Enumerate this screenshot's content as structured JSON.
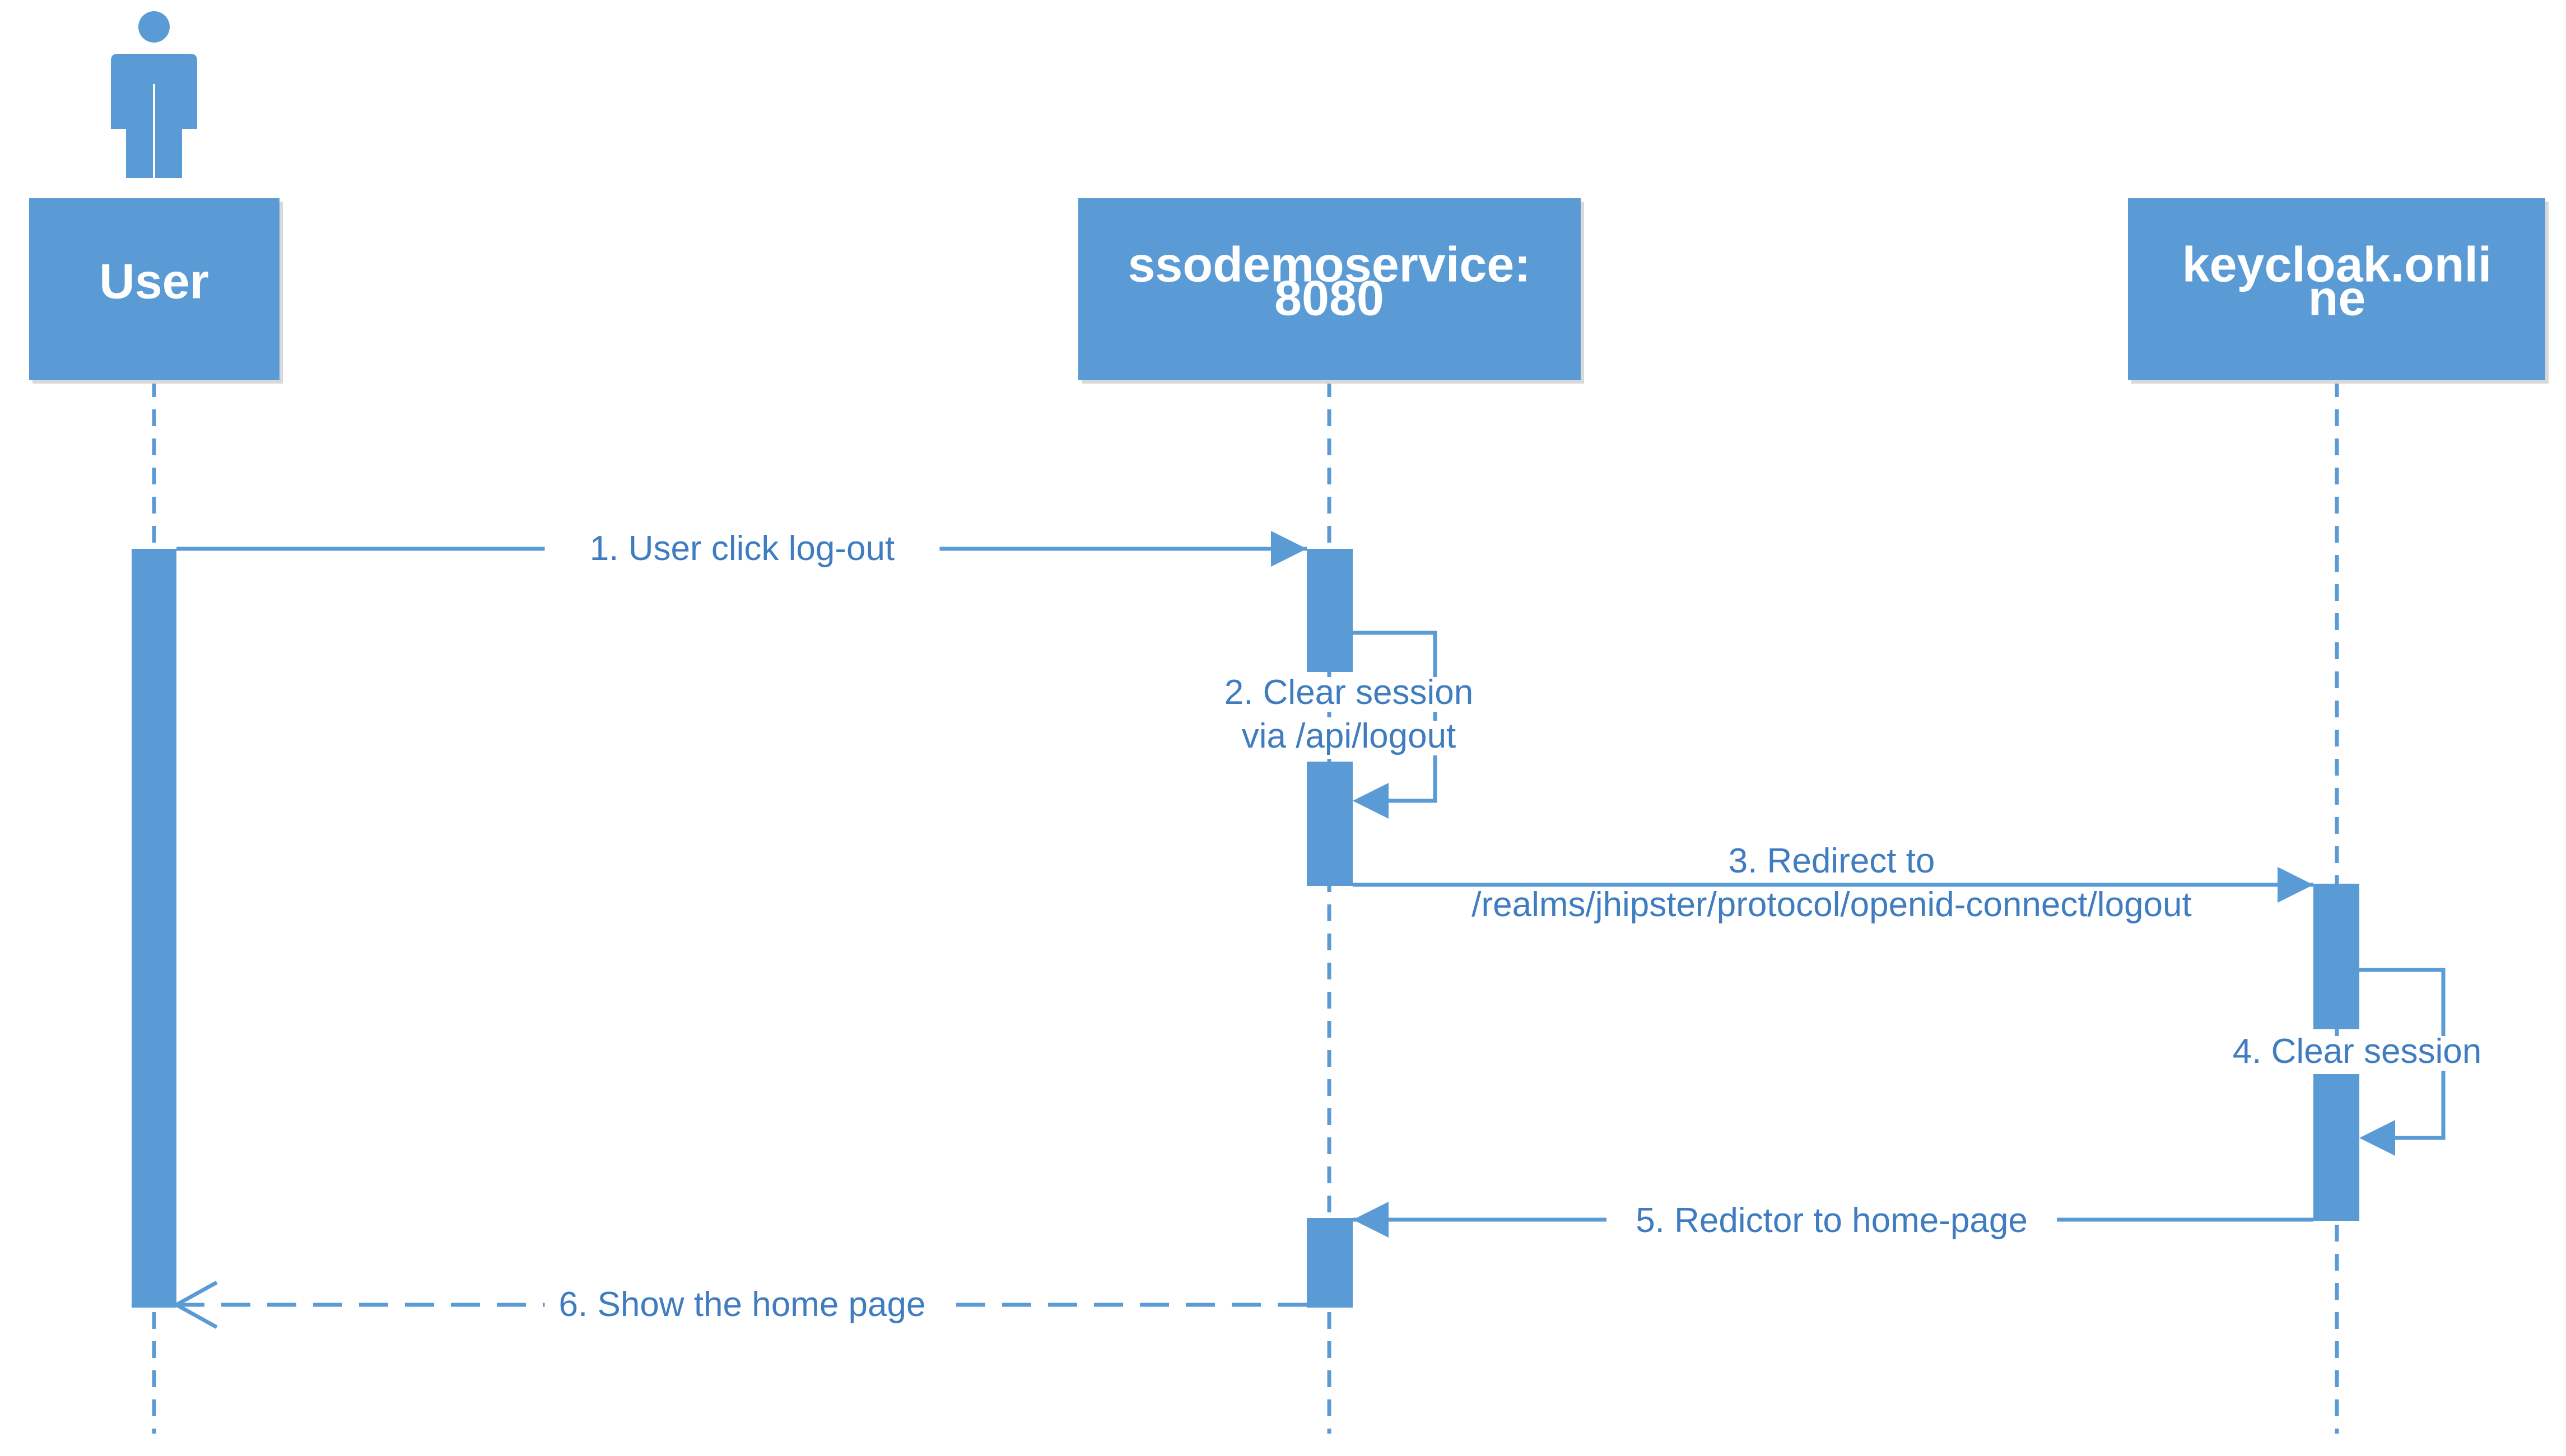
{
  "colors": {
    "primary": "#5b9bd5",
    "text_on_primary": "#ffffff",
    "message_text": "#3f7cc0",
    "background": "#ffffff"
  },
  "actor_icon": "person-icon",
  "participants": [
    {
      "id": "user",
      "lines": [
        "User"
      ]
    },
    {
      "id": "ssodemoservice",
      "lines": [
        "ssodemoservice:",
        "8080"
      ]
    },
    {
      "id": "keycloak",
      "lines": [
        "keycloak.onli",
        "ne"
      ]
    }
  ],
  "messages": [
    {
      "step": 1,
      "from": "user",
      "to": "ssodemoservice",
      "kind": "sync",
      "lines": [
        "1. User click log-out"
      ]
    },
    {
      "step": 2,
      "from": "ssodemoservice",
      "to": "ssodemoservice",
      "kind": "self",
      "lines": [
        "2. Clear session",
        "via /api/logout"
      ]
    },
    {
      "step": 3,
      "from": "ssodemoservice",
      "to": "keycloak",
      "kind": "sync",
      "lines": [
        "3. Redirect to",
        "/realms/jhipster/protocol/openid-connect/logout"
      ]
    },
    {
      "step": 4,
      "from": "keycloak",
      "to": "keycloak",
      "kind": "self",
      "lines": [
        "4. Clear session"
      ]
    },
    {
      "step": 5,
      "from": "keycloak",
      "to": "ssodemoservice",
      "kind": "sync",
      "lines": [
        "5. Redictor to home-page"
      ]
    },
    {
      "step": 6,
      "from": "ssodemoservice",
      "to": "user",
      "kind": "return",
      "lines": [
        "6. Show the home page"
      ]
    }
  ]
}
